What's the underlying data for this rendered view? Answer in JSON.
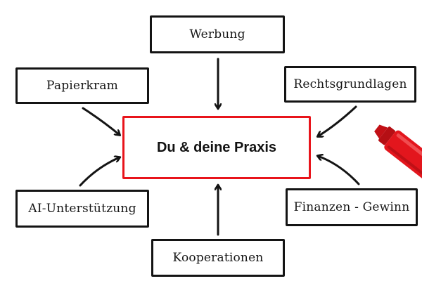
{
  "diagram": {
    "center": {
      "label": "Du & deine Praxis"
    },
    "nodes": [
      {
        "id": "werbung",
        "label": "Werbung"
      },
      {
        "id": "papierkram",
        "label": "Papierkram"
      },
      {
        "id": "rechtsgrundlagen",
        "label": "Rechtsgrundlagen"
      },
      {
        "id": "ai",
        "label": "AI-Unterstützung"
      },
      {
        "id": "finanzen",
        "label": "Finanzen - Gewinn"
      },
      {
        "id": "kooperationen",
        "label": "Kooperationen"
      }
    ],
    "colors": {
      "box_border": "#141414",
      "center_border": "#e8141b",
      "marker_body": "#e3161d",
      "marker_cap": "#c21016"
    },
    "decorations": [
      "red-marker-icon"
    ]
  }
}
